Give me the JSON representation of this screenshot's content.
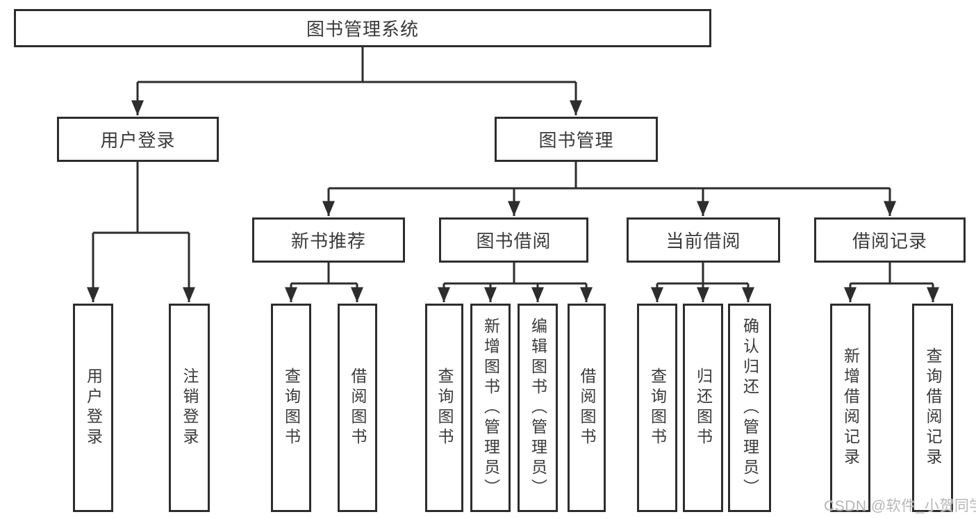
{
  "diagram_title": "图书管理系统",
  "watermark": {
    "text": "CSDN @软件_小贺同学"
  },
  "colors": {
    "line": "#2d2d2d",
    "box_border": "#2d2d2d",
    "text": "#3a3a3a",
    "watermark": "#b6b6b6",
    "background": "#ffffff"
  },
  "tree": {
    "label": "图书管理系统",
    "children": [
      {
        "label": "用户登录",
        "children": [
          {
            "label": "用户登录"
          },
          {
            "label": "注销登录"
          }
        ]
      },
      {
        "label": "图书管理",
        "children": [
          {
            "label": "新书推荐",
            "children": [
              {
                "label": "查询图书"
              },
              {
                "label": "借阅图书"
              }
            ]
          },
          {
            "label": "图书借阅",
            "children": [
              {
                "label": "查询图书"
              },
              {
                "label": "新增图书（管理员）"
              },
              {
                "label": "编辑图书（管理员）"
              },
              {
                "label": "借阅图书"
              }
            ]
          },
          {
            "label": "当前借阅",
            "children": [
              {
                "label": "查询图书"
              },
              {
                "label": "归还图书"
              },
              {
                "label": "确认归还（管理员）"
              }
            ]
          },
          {
            "label": "借阅记录",
            "children": [
              {
                "label": "新增借阅记录"
              },
              {
                "label": "查询借阅记录"
              }
            ]
          }
        ]
      }
    ]
  }
}
